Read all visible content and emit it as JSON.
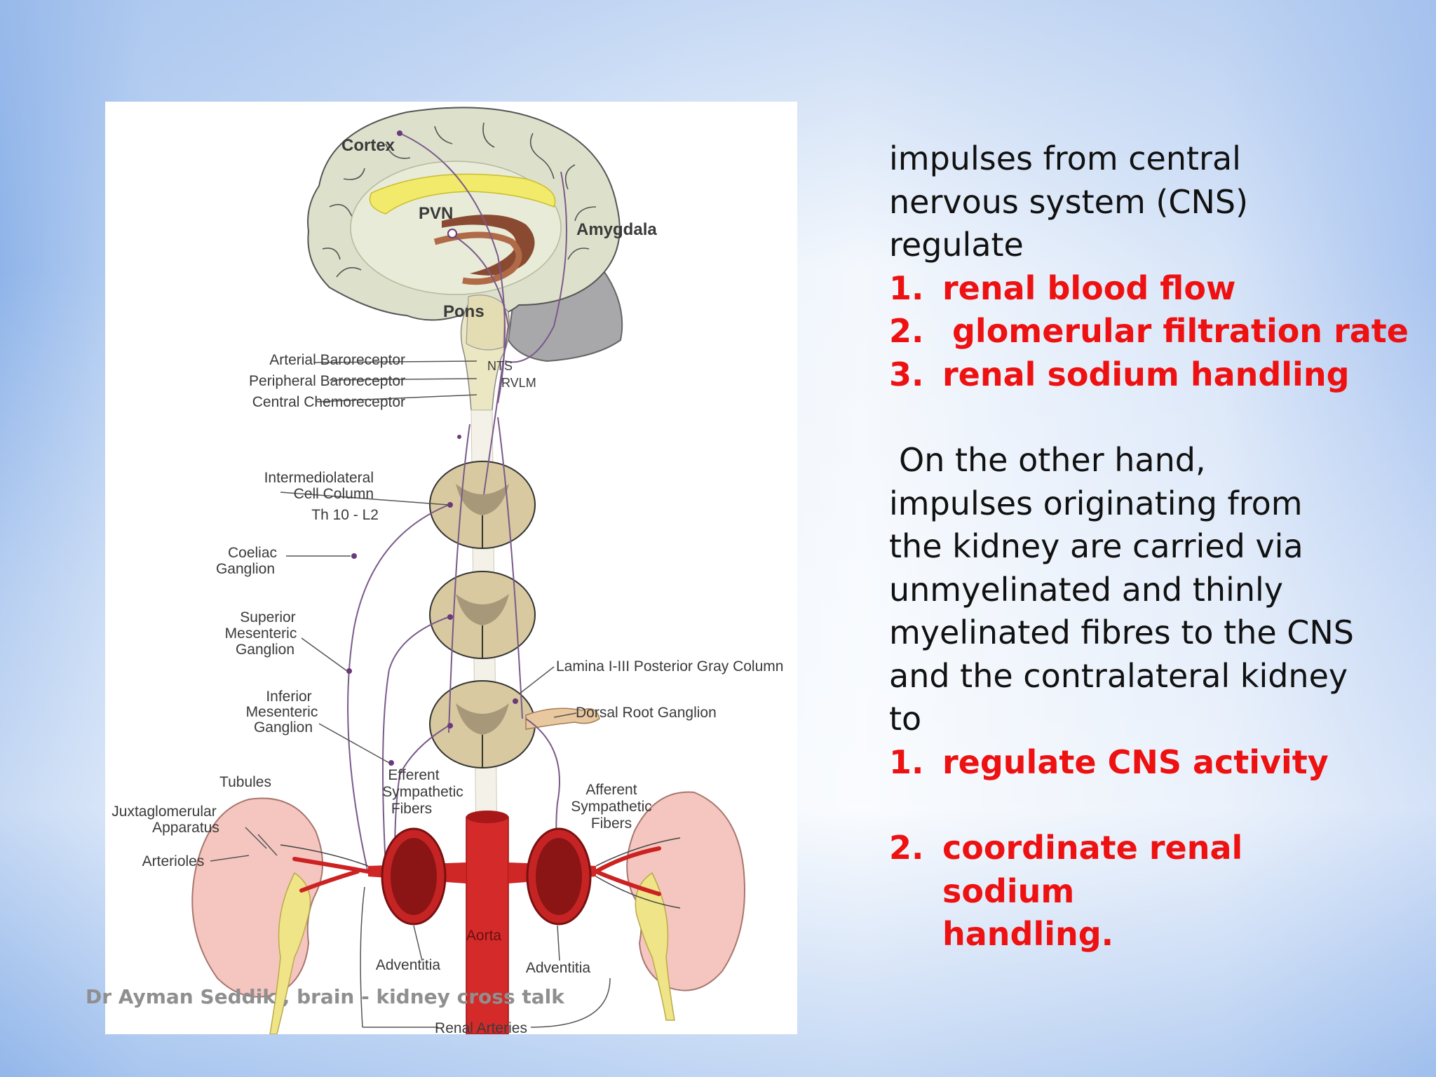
{
  "diagram": {
    "labels": {
      "cortex": "Cortex",
      "pvn": "PVN",
      "amygdala": "Amygdala",
      "pons": "Pons",
      "nts": "NTS",
      "rvlm": "RVLM",
      "arterial_baroreceptor": "Arterial Baroreceptor",
      "peripheral_baroreceptor": "Peripheral Baroreceptor",
      "central_chemoreceptor": "Central Chemoreceptor",
      "iml_1": "Intermediolateral",
      "iml_2": "Cell Column",
      "iml_3": "Th 10 - L2",
      "coeliac_1": "Coeliac",
      "coeliac_2": "Ganglion",
      "sup_mes_1": "Superior",
      "sup_mes_2": "Mesenteric",
      "sup_mes_3": "Ganglion",
      "inf_mes_1": "Inferior",
      "inf_mes_2": "Mesenteric",
      "inf_mes_3": "Ganglion",
      "lamina": "Lamina I-III Posterior Gray Column",
      "drg": "Dorsal Root Ganglion",
      "tubules": "Tubules",
      "jga_1": "Juxtaglomerular",
      "jga_2": "Apparatus",
      "arterioles": "Arterioles",
      "eff_1": "Efferent",
      "eff_2": "Sympathetic",
      "eff_3": "Fibers",
      "aff_1": "Afferent",
      "aff_2": "Sympathetic",
      "aff_3": "Fibers",
      "aorta": "Aorta",
      "adventitia_left": "Adventitia",
      "adventitia_right": "Adventitia",
      "renal_arteries": "Renal Arteries"
    }
  },
  "text": {
    "intro_1": "impulses from central",
    "intro_2": "nervous system (CNS)",
    "intro_3": "regulate",
    "list1": [
      {
        "num": "1.",
        "text": "renal blood flow"
      },
      {
        "num": "2.",
        "text": "glomerular filtration rate"
      },
      {
        "num": "3.",
        "text": "renal sodium handling"
      }
    ],
    "para2_1": "On the other hand,",
    "para2_2": "impulses originating from",
    "para2_3": "the kidney are carried via",
    "para2_4": "unmyelinated and thinly",
    "para2_5": "myelinated fibres to the CNS",
    "para2_6": "and the contralateral kidney",
    "para2_7": "to",
    "list2": [
      {
        "num": "1.",
        "text": "regulate CNS activity"
      },
      {
        "num": "2.",
        "text": "coordinate renal sodium handling."
      }
    ]
  },
  "footer": "Dr Ayman Seddik , brain - kidney cross talk",
  "colors": {
    "accent_red": "#ee1111",
    "body_text": "#111111",
    "footer": "#8f8f8f"
  }
}
